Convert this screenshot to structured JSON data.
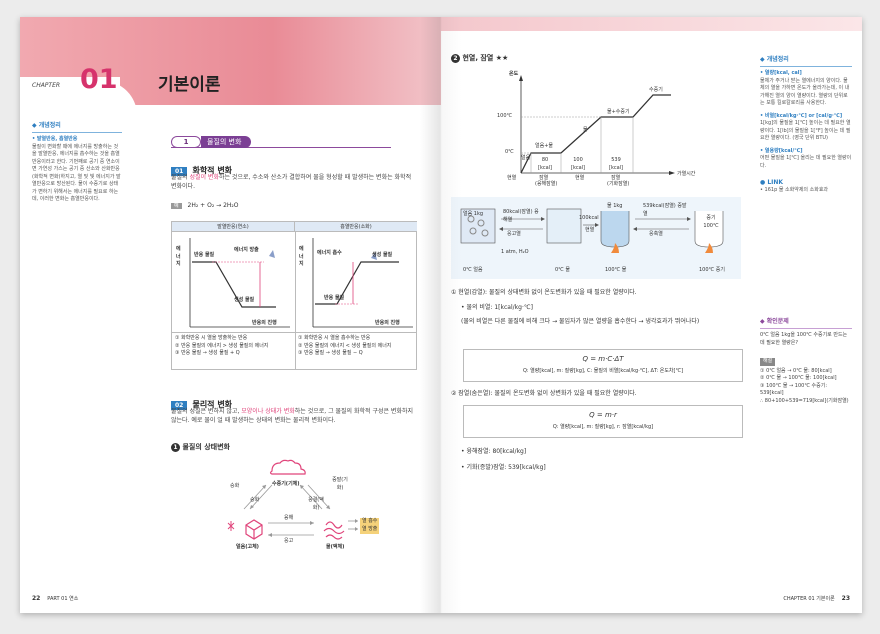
{
  "left": {
    "chapter_label": "CHAPTER",
    "chapter_num": "01",
    "chapter_title": "기본이론",
    "side_heading": "개념정리",
    "side_title": "• 발열반응, 흡열반응",
    "side_body": "물질이 변화할 때에 에너지를 방출하는 것을 발열반응, 에너지를 흡수하는 것을 흡열반응이라고 한다. 기번째로 공기 중 연소이면 가연성 가스는 공기 중 산소와 산화반응(화학적 변화)하지고, 열 및 빛 에너지가 발열반응으로 방산된다. 물이 수증기로 상태가 변하기 위해서는 에너지를 필요로 하는데, 이러한 변화는 흡열반응이다.",
    "section_num": "1",
    "section_title": "물질의 변화",
    "sub1_num": "01",
    "sub1_title": "화학적 변화",
    "sub1_body_a": "물질의 ",
    "sub1_body_hl": "성질이 변화",
    "sub1_body_b": "하는 것으로, 수소와 산소가 결합하여 물을 형성할 때 발생하는 변화는 화학적 변화이다.",
    "example_tag": "예",
    "example_eq": "2H₂ + O₂ → 2H₂O",
    "exo": {
      "header": "발열반응(연소)",
      "y_label": "에너지",
      "reactant": "반응 물질",
      "release": "에너지 방출",
      "product": "생성 물질",
      "x_label": "반응의 진행",
      "notes": [
        "① 화학반응 시 열을 방출하는 반응",
        "② 반응 물질의 에너지 > 생성 물질의 에너지",
        "③ 반응 물질 → 생성 물질 + Q"
      ]
    },
    "endo": {
      "header": "흡열반응(소화)",
      "y_label": "에너지",
      "absorb": "에너지 흡수",
      "product": "생성 물질",
      "reactant": "반응 물질",
      "x_label": "반응의 진행",
      "notes": [
        "① 화학반응 시 열을 흡수하는 반응",
        "② 반응 물질의 에너지 < 생성 물질의 에너지",
        "③ 반응 물질 → 생성 물질 − Q"
      ]
    },
    "sub2_num": "02",
    "sub2_title": "물리적 변화",
    "sub2_body_a": "물질의 성질은 변하지 않고, ",
    "sub2_body_hl": "모양이나 상태가 변화",
    "sub2_body_b": "하는 것으로, 그 물질의 화학적 구성은 변화하지 않는다. 예로 물이 얼 때 발생하는 상태의 변화는 물리적 변화이다.",
    "state_num": "1",
    "state_title": "물질의 상태변화",
    "state_diagram": {
      "gas": "수증기(기체)",
      "solid": "얼음(고체)",
      "liquid": "물(액체)",
      "sublim_up": "승화",
      "sublim_down": "승화",
      "evap": "증발(기화)",
      "cond": "응결(액화)",
      "melt": "융해",
      "freeze": "응고",
      "legend_absorb": "열 흡수",
      "legend_release": "열 방출"
    },
    "footer": "22",
    "footer_part": "PART 01 연소"
  },
  "right": {
    "q_title_num": "2",
    "q_title": "현열, 잠열 ★★",
    "graph": {
      "y_label": "온도",
      "t100": "100℃",
      "t0": "0℃",
      "ice": "얼음",
      "ice_water": "얼음+물",
      "water": "물",
      "water_steam": "물+수증기",
      "steam": "수증기",
      "v80": "80",
      "v100": "100",
      "v539": "539",
      "unit": "[kcal]",
      "x_label": "가열시간",
      "labels_bottom": [
        "현열",
        "잠열",
        "현열",
        "잠열",
        "현열"
      ],
      "labels_bottom2": [
        "(융해잠열)",
        "(기화잠열)"
      ]
    },
    "process": {
      "ice": "얼음 1kg",
      "ice_label": "0℃ 얼음",
      "step1": "80kcal(잠열) 융해열",
      "step1b": "응고열",
      "pressure": "1 atm, H₂O",
      "water_label": "0℃ 물",
      "step2": "100kcal",
      "step2b": "현열",
      "water2": "물 1kg",
      "water2_label": "100℃ 물",
      "step3": "539kcal(잠열) 증발열",
      "step3b": "응축열",
      "steam": "증기 100℃",
      "steam_label": "100℃ 증기"
    },
    "def1": "① 현열(감열): 물질의 상태변화 없이 온도변화가 있을 때 필요한 열량이다.",
    "def1_hl": "온도변화",
    "sh_title": "• 물의 비열: 1[kcal/kg·℃]",
    "sh_body": "(물의 비열은 다른 물질에 비해 크다 → 물입자가 많은 열량을 흡수한다 → 냉각효과가 뛰어나다)",
    "formula1": "Q = m·C·ΔT",
    "formula1_where": "Q: 열량[kcal], m: 질량[kg], C: 물질의 비열[kcal/kg·℃], ΔT: 온도차[℃]",
    "def2": "② 잠열(숨은열): 물질의 온도변화 없이 상변화가 있을 때 필요한 열량이다.",
    "formula2": "Q = m·r",
    "formula2_where": "Q: 열량[kcal], m: 질량[kg], r: 잠열[kcal/kg]",
    "melt_heat": "• 융해잠열: 80[kcal/kg]",
    "evap_heat": "• 기화(증발)잠열: 539[kcal/kg]",
    "side_heading": "개념정리",
    "side_items": [
      {
        "title": "• 열량[kcal, cal]",
        "body": "물체가 주거나 받는 열에너지의 양이다. 물체의 열을 가하면 온도가 올라가는데, 이 내 가해진 열의 양이 열량이다. 열량의 단위로는 보통 킬로칼로리를 사용한다."
      },
      {
        "title": "• 비열[kcal/kg·℃] or [cal/g·℃]",
        "body": "1[kg]의 물질을 1[℃] 높이는 데 필요한 열량이다. 1[lb]의 물질을 1[°F] 높이는 데 필요한 열량이다. (영국 단위 BTU)"
      },
      {
        "title": "• 열용량[kcal/℃]",
        "body": "어떤 물질을 1[℃] 올리는 데 필요한 열량이다."
      }
    ],
    "link_label": "LINK",
    "link_text": "• 161p 물 소화약제의 소화효과",
    "quiz_label": "확인문제",
    "quiz_q": "0℃ 얼음 1kg을 100℃ 수증기로 만드는 데 필요한 열량은?",
    "quiz_tag": "해설",
    "quiz_lines": [
      "① 0℃ 얼음 → 0℃ 물: 80[kcal]",
      "② 0℃ 물 → 100℃ 물: 100[kcal]",
      "③ 100℃ 물 → 100℃ 수증기: 539[kcal]",
      "∴ 80+100+539=719[kcal](기화잠열)"
    ],
    "footer": "23",
    "footer_part": "CHAPTER 01 기본이론"
  }
}
